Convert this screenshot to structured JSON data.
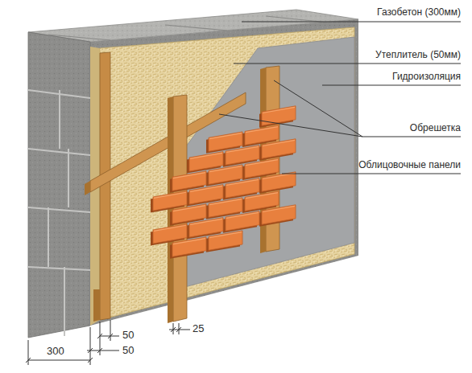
{
  "diagram": {
    "labels": [
      "Газобетон (300мм)",
      "Утеплитель (50мм)",
      "Гидроизоляция",
      "Обрешетка",
      "Облицовочные панели",
      "300",
      "50",
      "50",
      "25"
    ]
  }
}
